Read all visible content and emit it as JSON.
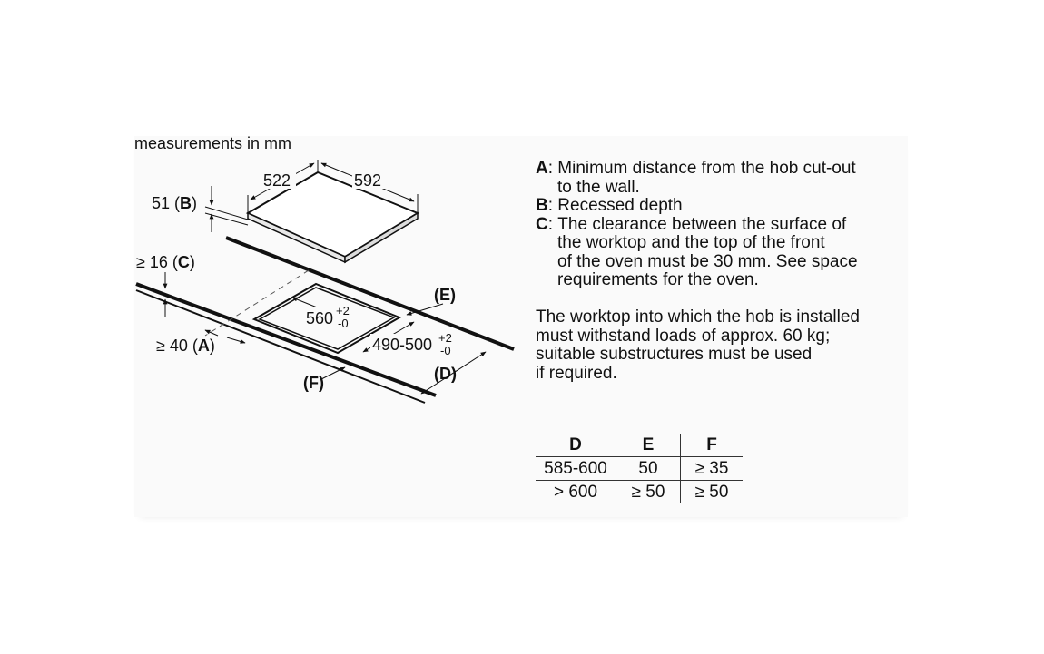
{
  "diagram": {
    "units_caption": "measurements in mm",
    "hob_width_depth": "522",
    "hob_width": "592",
    "recessed_depth": {
      "value": "51",
      "key": "B"
    },
    "clearance_c": {
      "value": "≥ 16",
      "key": "C"
    },
    "distance_a": {
      "value": "≥ 40",
      "key": "A"
    },
    "cutout_width": {
      "value": "560",
      "sup_top": "+2",
      "sup_bottom": "-0"
    },
    "cutout_depth": {
      "value": "490-500",
      "sup_top": "+2",
      "sup_bottom": "-0"
    },
    "label_e": "(E)",
    "label_d": "(D)",
    "label_f": "(F)"
  },
  "legend": [
    {
      "key": "A",
      "text": "Minimum distance from the hob cut-out",
      "continuation": "to the wall."
    },
    {
      "key": "B",
      "text": "Recessed depth",
      "continuation": ""
    },
    {
      "key": "C",
      "text": "The clearance between the surface of",
      "continuation": "the worktop and the top of the front\nof the oven must be 30 mm. See space\nrequirements for the oven."
    }
  ],
  "note": "The worktop into which the hob is installed\nmust withstand loads of approx. 60 kg;\nsuitable substructures must be used\nif required.",
  "table": {
    "headers": [
      "D",
      "E",
      "F"
    ],
    "rows": [
      [
        "585-600",
        "50",
        "≥ 35"
      ],
      [
        "> 600",
        "≥ 50",
        "≥ 50"
      ]
    ]
  }
}
